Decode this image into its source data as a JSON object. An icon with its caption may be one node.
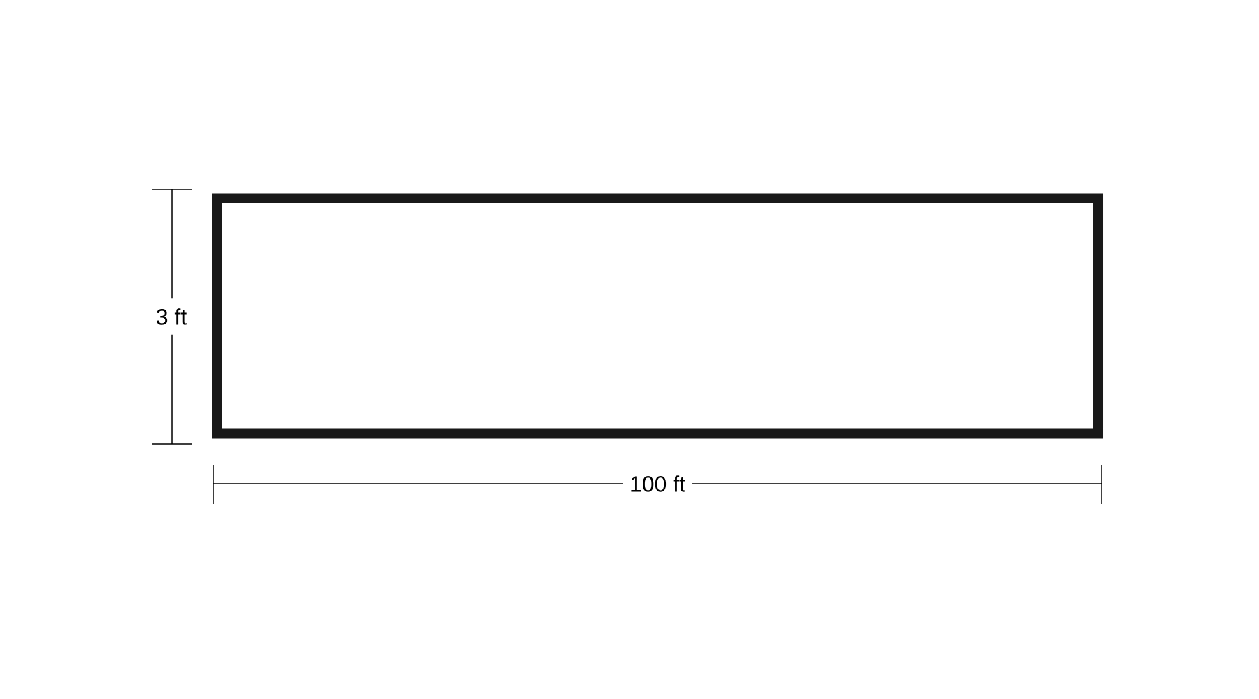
{
  "diagram": {
    "nodes": [
      {
        "text": [],
        "shape": "box"
      }
    ],
    "edges": [],
    "labels": [
      "3 ft",
      "100 ft"
    ]
  }
}
